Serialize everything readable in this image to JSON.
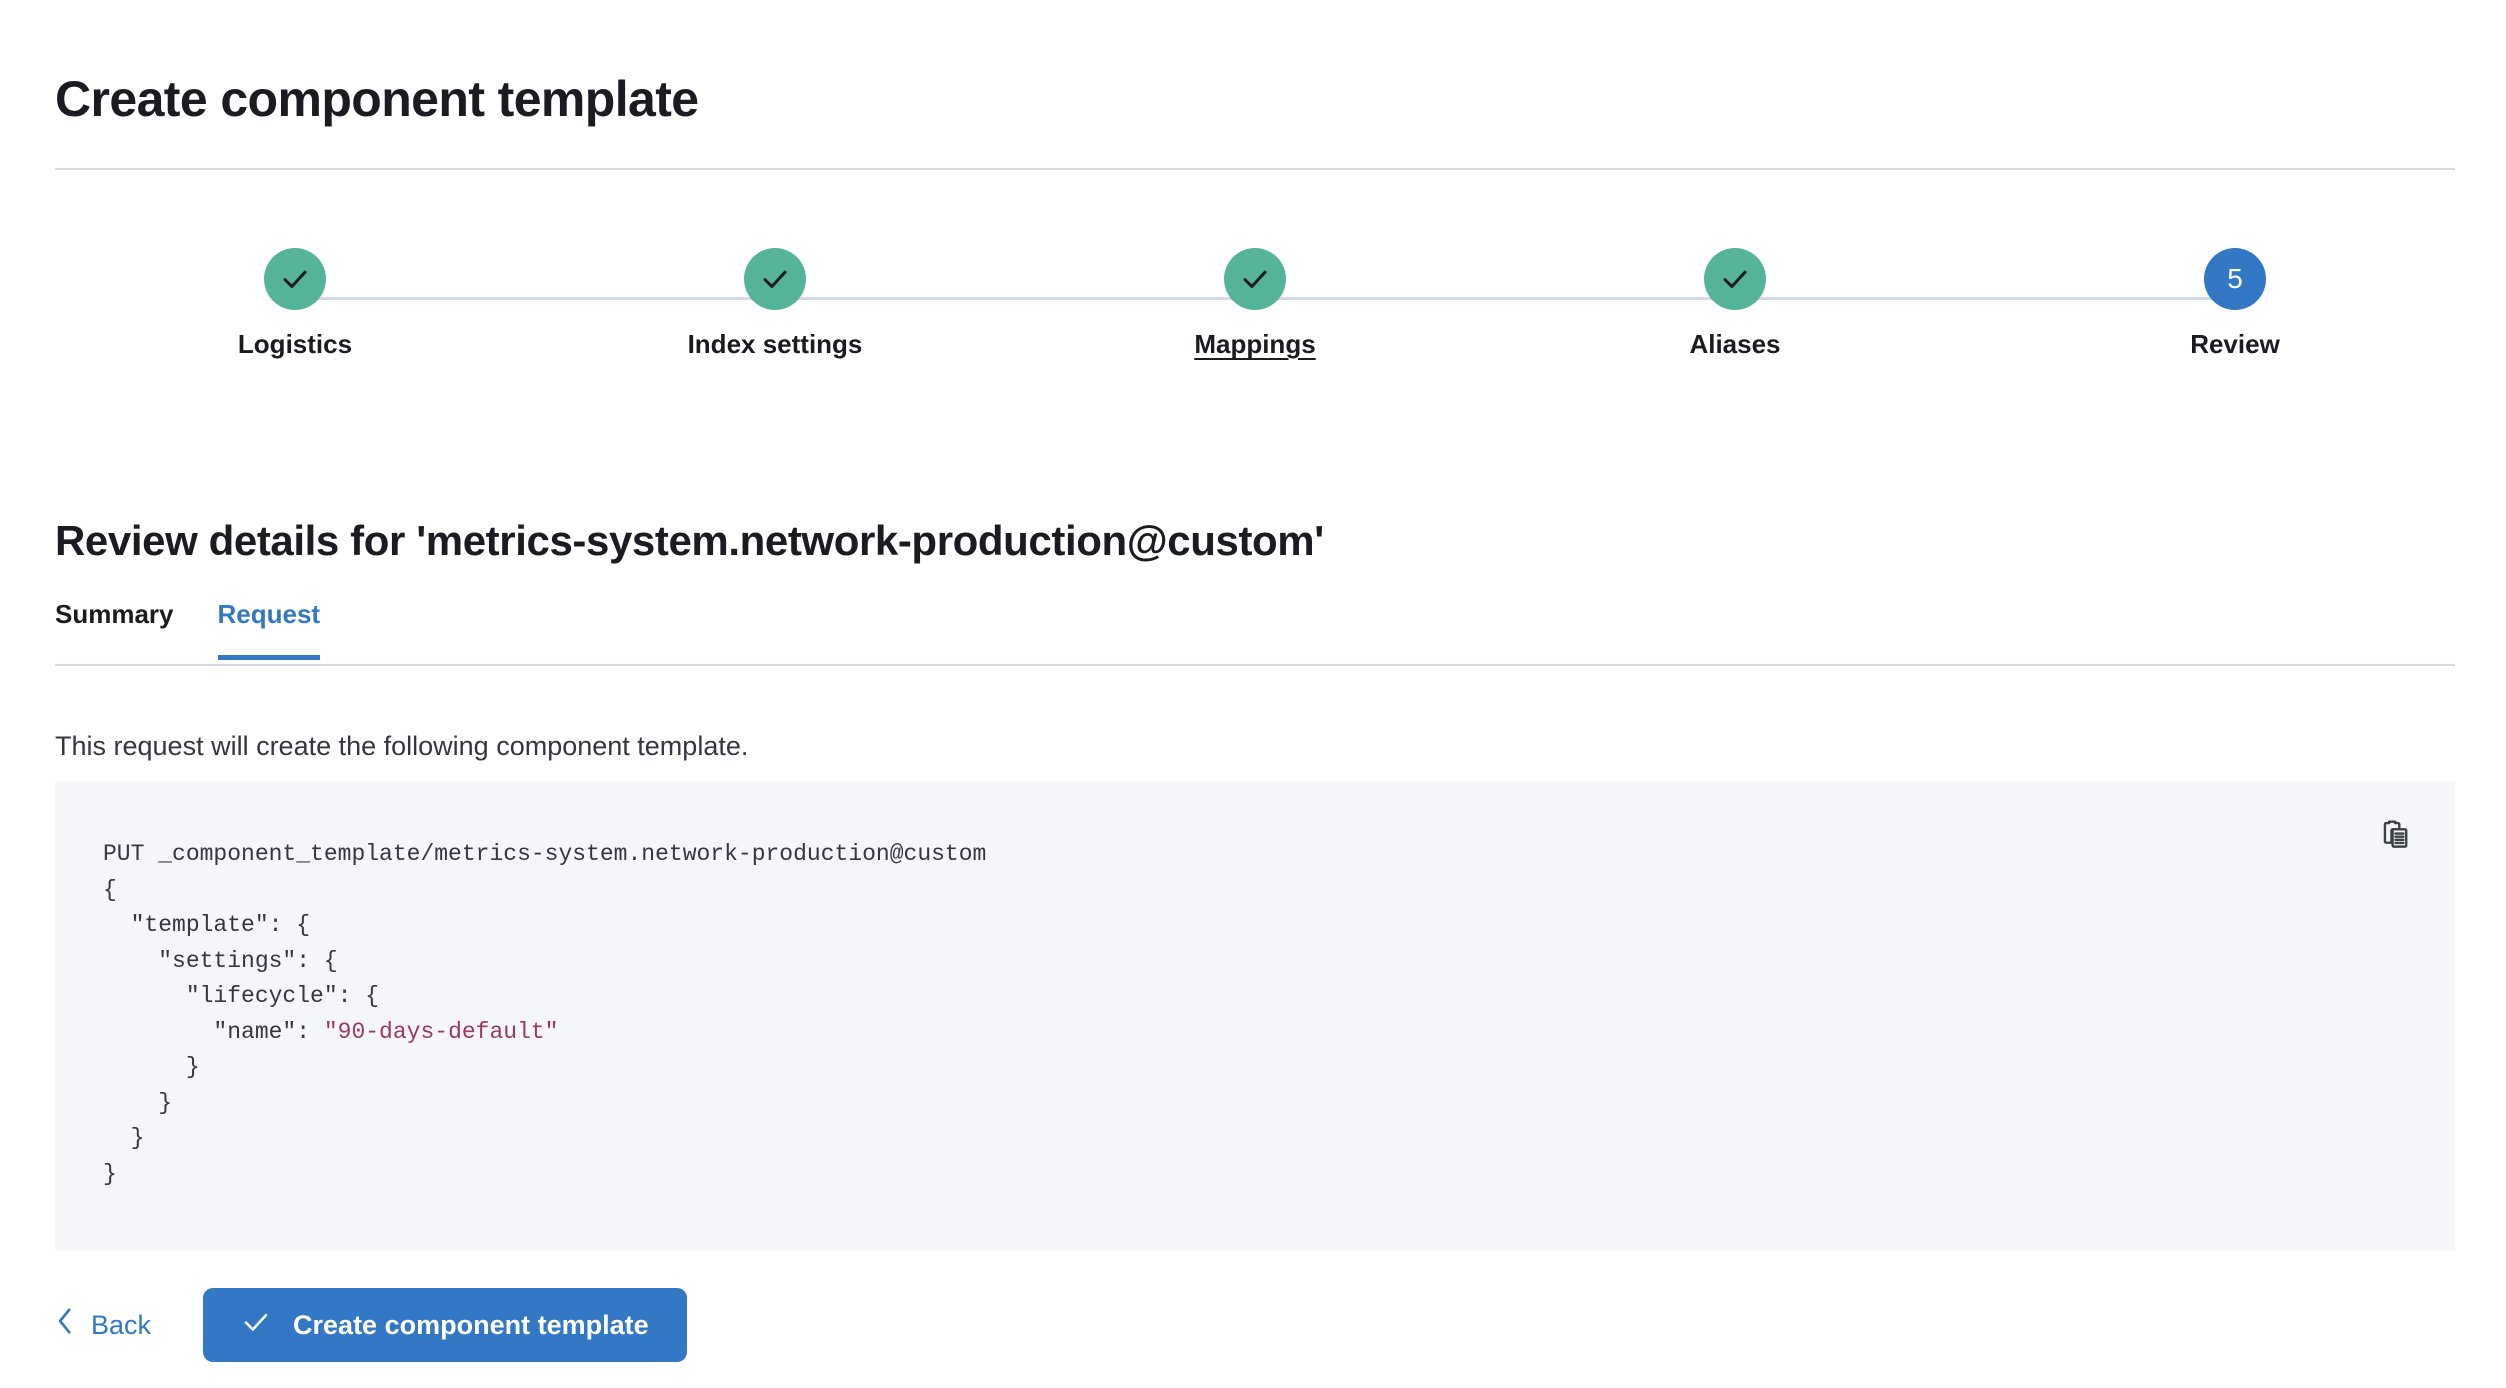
{
  "header": {
    "title": "Create component template"
  },
  "stepper": {
    "steps": [
      {
        "label": "Logistics",
        "state": "done",
        "marker": "check-icon",
        "underlined": false
      },
      {
        "label": "Index settings",
        "state": "done",
        "marker": "check-icon",
        "underlined": false
      },
      {
        "label": "Mappings",
        "state": "done",
        "marker": "check-icon",
        "underlined": true
      },
      {
        "label": "Aliases",
        "state": "done",
        "marker": "check-icon",
        "underlined": false
      },
      {
        "label": "Review",
        "state": "current",
        "marker": "5",
        "underlined": false
      }
    ]
  },
  "review": {
    "section_title": "Review details for 'metrics-system.network-production@custom'",
    "tabs": [
      {
        "label": "Summary",
        "active": false
      },
      {
        "label": "Request",
        "active": true
      }
    ],
    "description": "This request will create the following component template.",
    "request": {
      "method_and_path": "PUT _component_template/metrics-system.network-production@custom",
      "body_lines": [
        "{",
        "  \"template\": {",
        "    \"settings\": {",
        "      \"lifecycle\": {",
        "        \"name\": ",
        "      }",
        "    }",
        "  }",
        "}"
      ],
      "lifecycle_name_value": "\"90-days-default\"",
      "copy_label": "copy-icon"
    }
  },
  "footer": {
    "back_label": "Back",
    "submit_label": "Create component template"
  },
  "colors": {
    "accent_blue": "#3278c4",
    "step_done_teal": "#54b399",
    "code_background": "#f4f6fa",
    "code_string": "#9b3a5c",
    "divider": "#d3dae6",
    "text_primary": "#1a1c21"
  }
}
